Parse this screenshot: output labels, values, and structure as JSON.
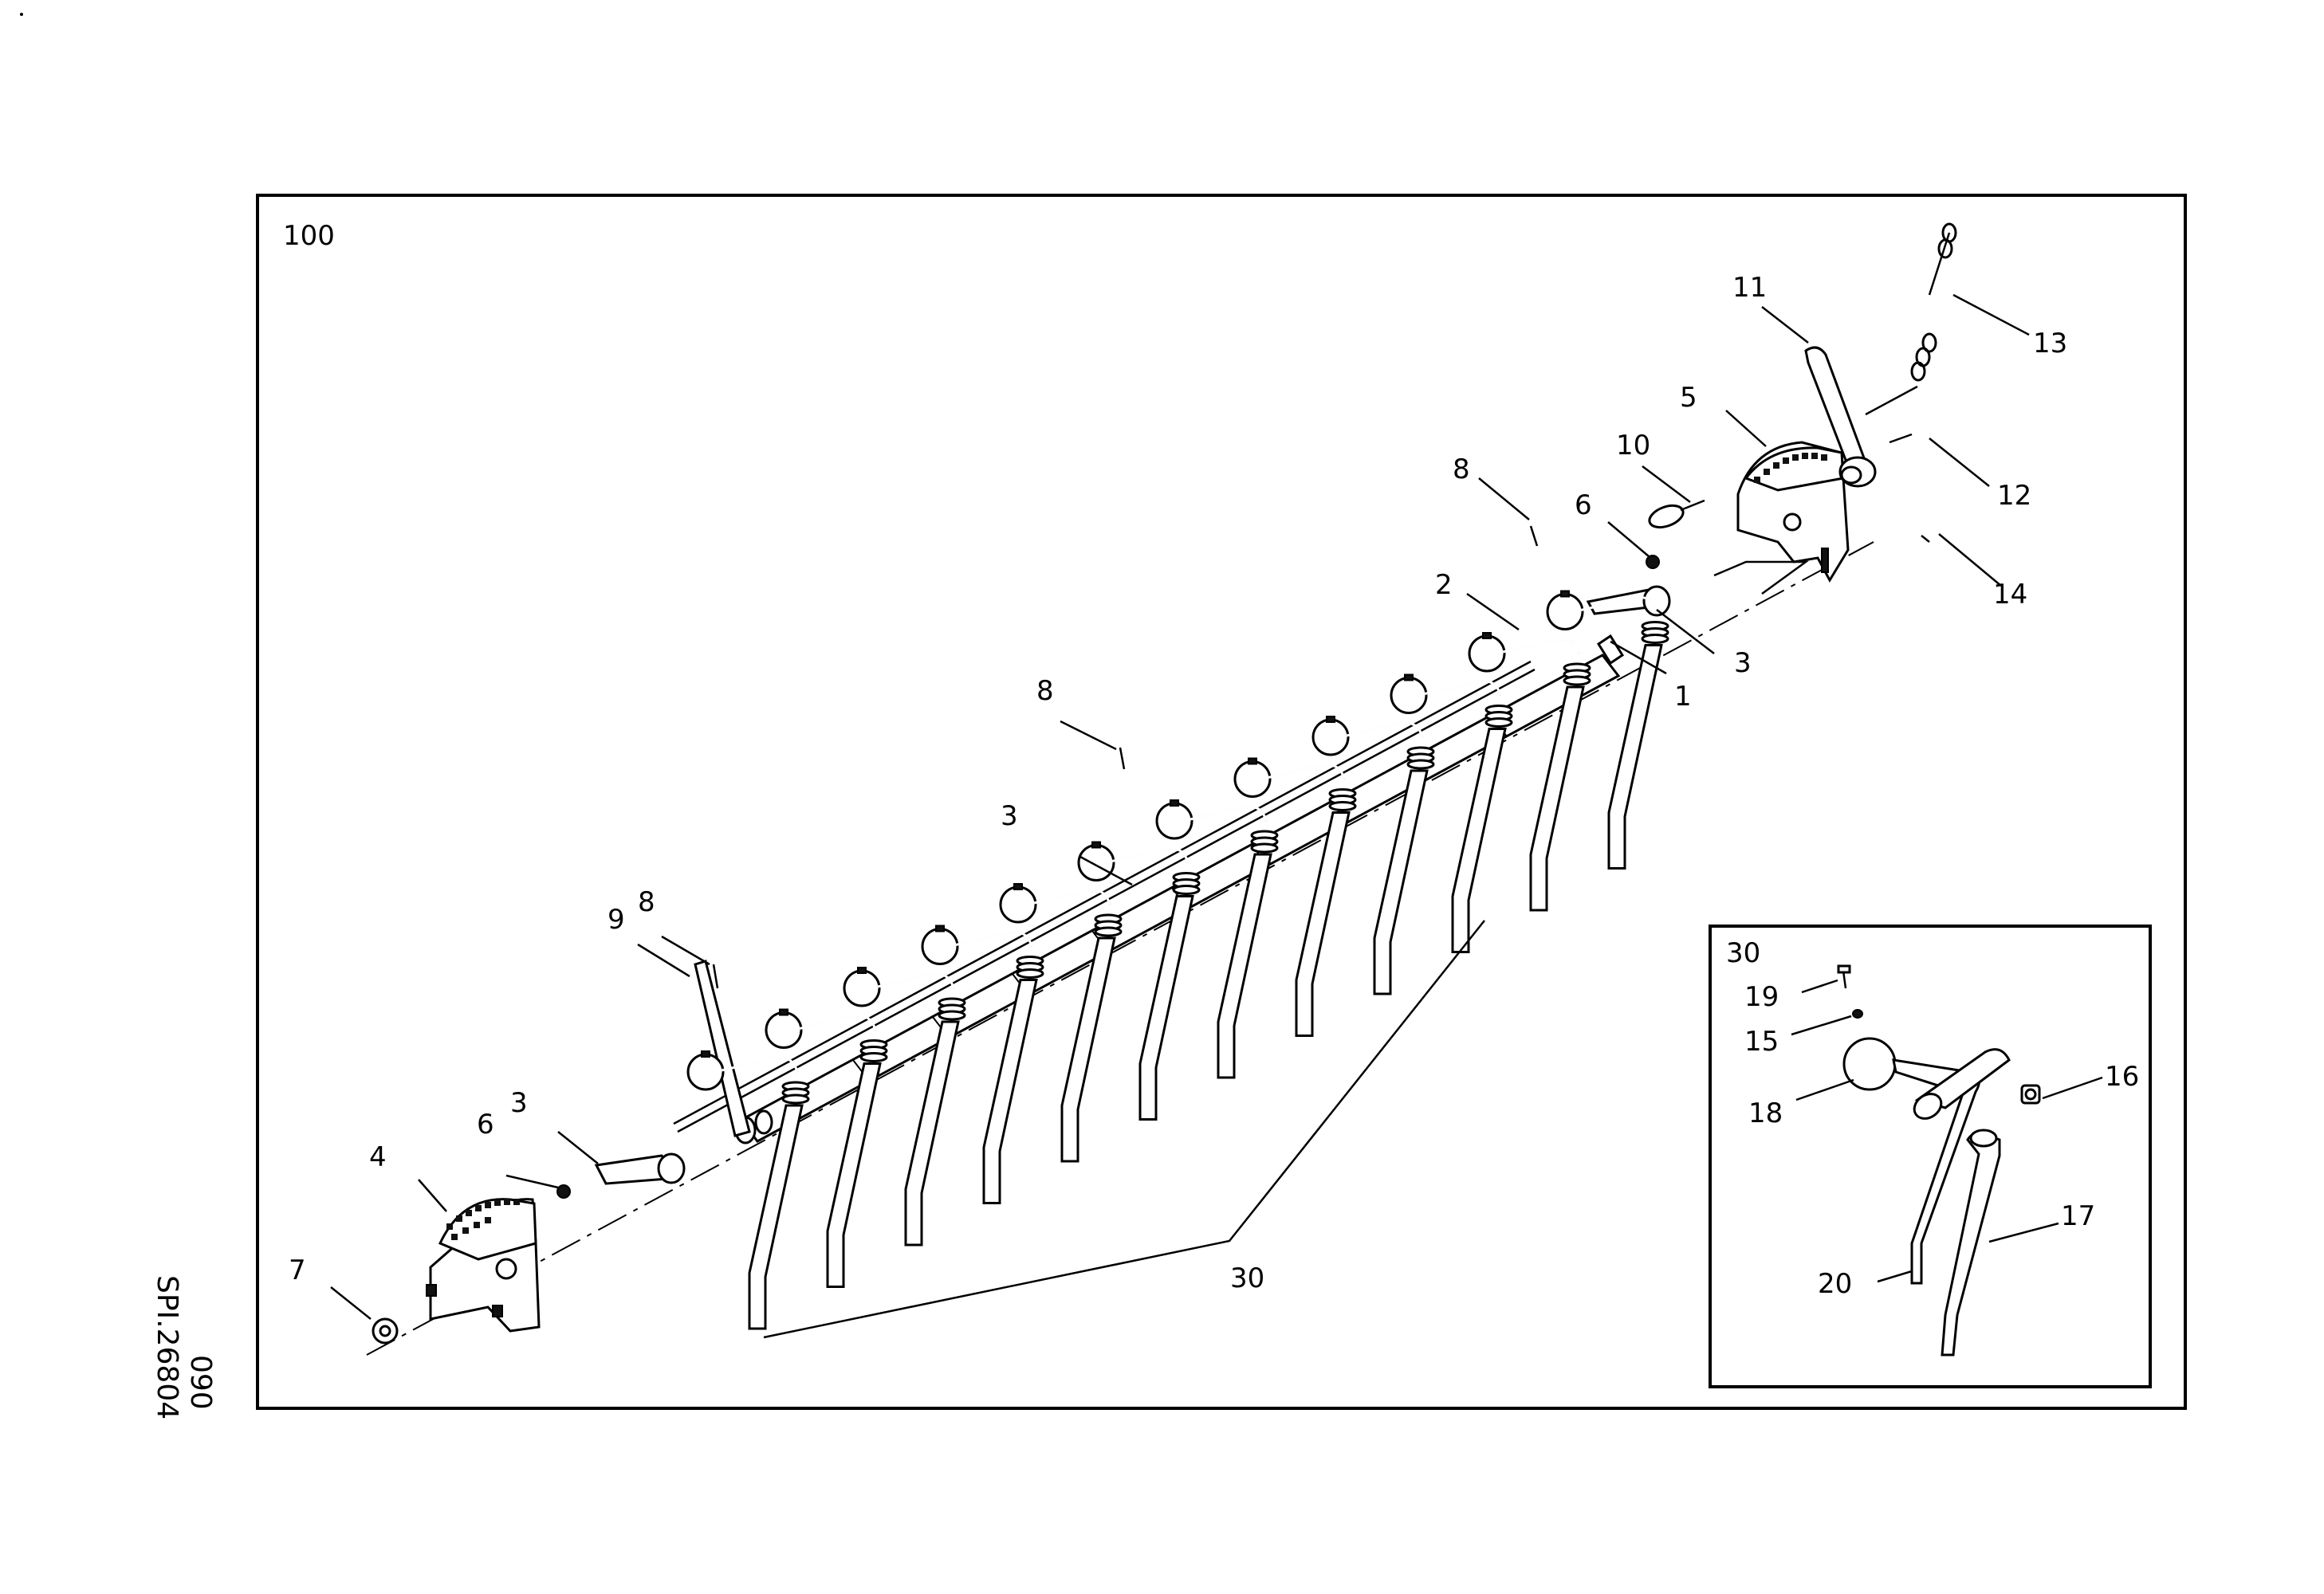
{
  "drawing": {
    "frame_number": "100",
    "side_code": "SPI.26804",
    "side_page": "090",
    "detail_inset_number": "30",
    "group_callout": "30"
  },
  "labels": {
    "l1": "1",
    "l2": "2",
    "l3a": "3",
    "l3b": "3",
    "l3c": "3",
    "l4": "4",
    "l5": "5",
    "l6a": "6",
    "l6b": "6",
    "l7": "7",
    "l8a": "8",
    "l8b": "8",
    "l8c": "8",
    "l9": "9",
    "l10": "10",
    "l11": "11",
    "l12": "12",
    "l13": "13",
    "l14": "14",
    "l15": "15",
    "l16": "16",
    "l17": "17",
    "l18": "18",
    "l19": "19",
    "l20": "20"
  }
}
